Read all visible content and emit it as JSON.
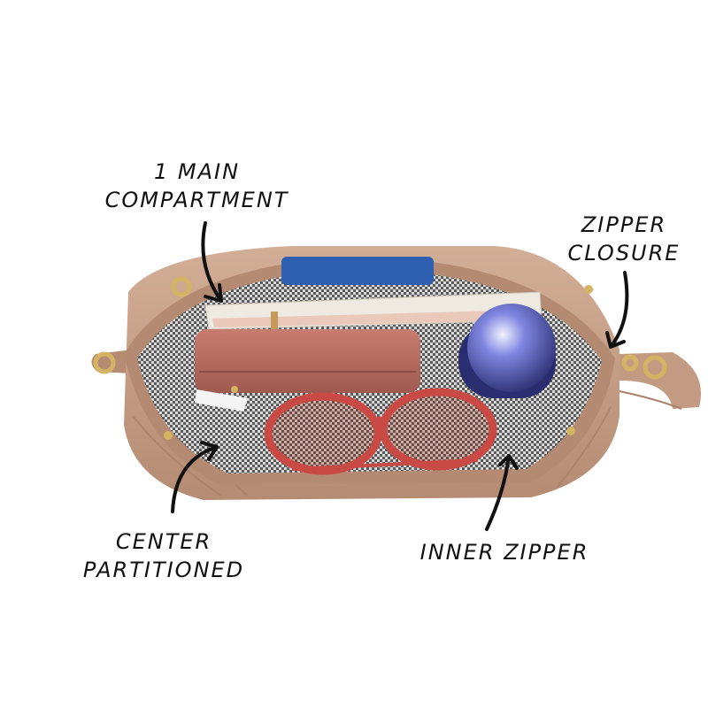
{
  "callouts": {
    "main_compartment": [
      "1 MAIN",
      "COMPARTMENT"
    ],
    "zipper_closure": [
      "ZIPPER",
      "CLOSURE"
    ],
    "center_partitioned": [
      "CENTER",
      "PARTITIONED"
    ],
    "inner_zipper": [
      "INNER ZIPPER"
    ]
  },
  "colors": {
    "bag_outer": "#c7a089",
    "bag_outer_dark": "#a88068",
    "zipper_tape": "#b58a72",
    "lining_light": "#d9d9d9",
    "lining_dark": "#5a5a5a",
    "wallet": "#b86a5e",
    "sunglasses_frame": "#c94a44",
    "bottle": "#3a3f8f",
    "book_cover": "#eeeae2",
    "phone": "#2f5fb0",
    "hardware_gold": "#d4b463",
    "ink": "#111111"
  },
  "icons": {
    "arrows": "hand-drawn-arrow-icon",
    "hardware": "metal-ring-icon"
  }
}
